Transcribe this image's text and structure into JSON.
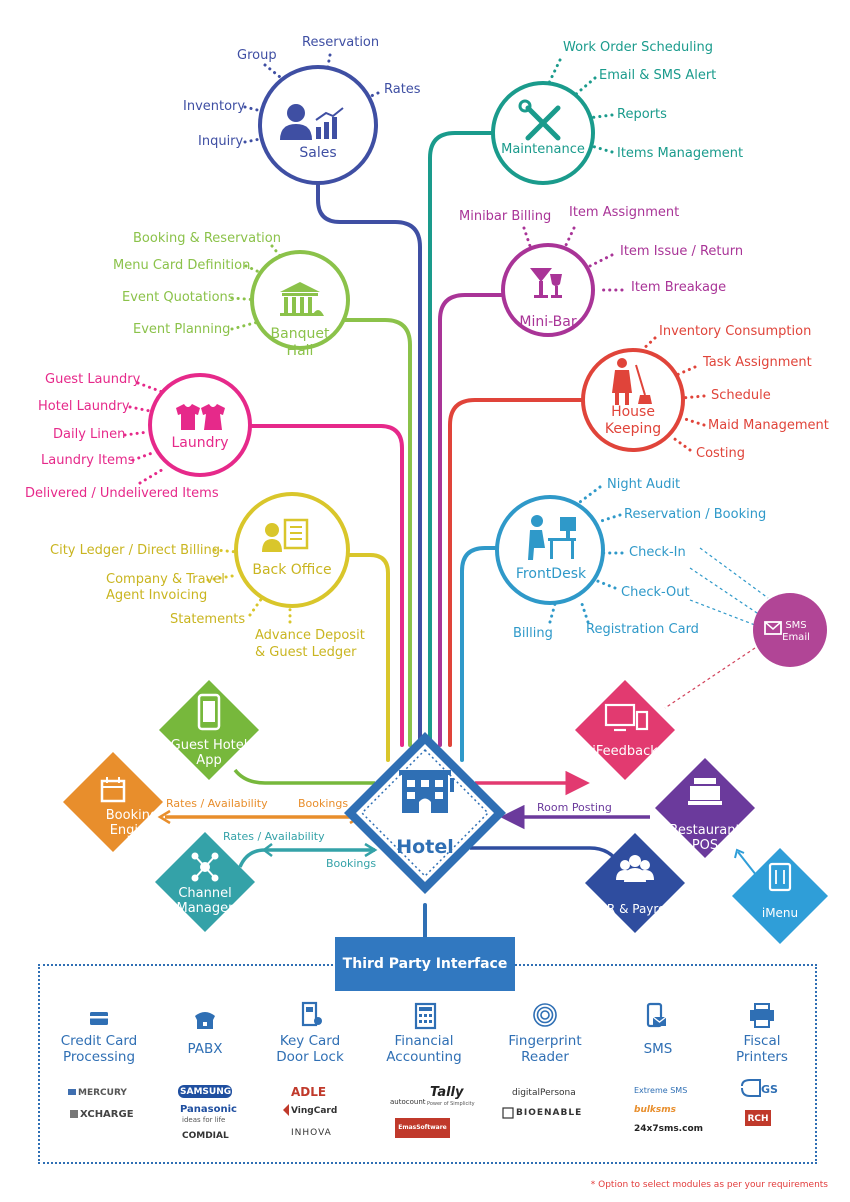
{
  "colors": {
    "sales": "#3f4fa3",
    "banquet": "#8bc24a",
    "laundry": "#e6298a",
    "backoffice": "#d9c62b",
    "maintenance": "#1a9b8c",
    "minibar": "#a93497",
    "housekeeping": "#e0443a",
    "frontdesk": "#2f99c9",
    "hotel": "#2f6fb4",
    "sms": "#b14596",
    "guestapp": "#77b83c",
    "booking": "#e88e2c",
    "channel": "#34a2a8",
    "ifeedback": "#e23a70",
    "pos": "#6b3a9c",
    "hr": "#2f4d9f",
    "imenu": "#2f9ed8",
    "tpi": "#2f6fb4"
  },
  "hotel": {
    "label": "Hotel"
  },
  "modules": {
    "sales": {
      "title": "Sales",
      "items": [
        "Group",
        "Reservation",
        "Rates",
        "Inventory",
        "Inquiry"
      ]
    },
    "banquet": {
      "title_1": "Banquet",
      "title_2": "Hall",
      "items": [
        "Booking & Reservation",
        "Menu Card Definition",
        "Event Quotations",
        "Event Planning"
      ]
    },
    "laundry": {
      "title": "Laundry",
      "items": [
        "Guest Laundry",
        "Hotel Laundry",
        "Daily Linen",
        "Laundry Items",
        "Delivered / Undelivered Items"
      ]
    },
    "backoffice": {
      "title": "Back Office",
      "items": [
        "City Ledger / Direct Billing",
        "Company & Travel",
        "Agent Invoicing",
        "Statements",
        "Advance Deposit",
        "& Guest Ledger"
      ]
    },
    "maintenance": {
      "title": "Maintenance",
      "items": [
        "Work Order Scheduling",
        "Email & SMS Alert",
        "Reports",
        "Items Management"
      ]
    },
    "minibar": {
      "title": "Mini-Bar",
      "items": [
        "Minibar Billing",
        "Item Assignment",
        "Item Issue / Return",
        "Item Breakage"
      ]
    },
    "housekeeping": {
      "title_1": "House",
      "title_2": "Keeping",
      "items": [
        "Inventory Consumption",
        "Task Assignment",
        "Schedule",
        "Maid Management",
        "Costing"
      ]
    },
    "frontdesk": {
      "title": "FrontDesk",
      "items": [
        "Night Audit",
        "Reservation / Booking",
        "Check-In",
        "Check-Out",
        "Billing",
        "Registration Card"
      ]
    }
  },
  "sms": {
    "line1": "SMS",
    "line2": "Email"
  },
  "diamonds": {
    "guestapp": {
      "line1": "Guest Hotel",
      "line2": "App"
    },
    "booking": {
      "line1": "Booking",
      "line2": "Engine"
    },
    "channel": {
      "line1": "Channel",
      "line2": "Manager"
    },
    "ifeedback": {
      "line1": "iFeedback"
    },
    "pos": {
      "line1": "Restaurant",
      "line2": "POS"
    },
    "hr": {
      "line1": "HR & Payroll"
    },
    "imenu": {
      "line1": "iMenu"
    }
  },
  "connectors": {
    "booking_rates": "Rates / Availability",
    "booking_bookings": "Bookings",
    "channel_rates": "Rates / Availability",
    "channel_bookings": "Bookings",
    "room_posting": "Room Posting"
  },
  "third_party": {
    "header": "Third Party Interface",
    "items": [
      {
        "l1": "Credit Card",
        "l2": "Processing",
        "icon": "credit-card-icon",
        "logos": [
          "MERCURY",
          "XCHARGE"
        ]
      },
      {
        "l1": "PABX",
        "l2": "",
        "icon": "telephone-icon",
        "logos": [
          "SAMSUNG",
          "Panasonic",
          "ideas for life",
          "COMDIAL"
        ]
      },
      {
        "l1": "Key Card",
        "l2": "Door Lock",
        "icon": "key-card-icon",
        "logos": [
          "ADLE",
          "VingCard",
          "INHOVA"
        ]
      },
      {
        "l1": "Financial",
        "l2": "Accounting",
        "icon": "calculator-icon",
        "logos": [
          "autocount",
          "Tally",
          "Power of Simplicity",
          "EmasSoftware"
        ]
      },
      {
        "l1": "Fingerprint",
        "l2": "Reader",
        "icon": "fingerprint-icon",
        "logos": [
          "digitalPersona",
          "BIOENABLE"
        ]
      },
      {
        "l1": "SMS",
        "l2": "",
        "icon": "sms-phone-icon",
        "logos": [
          "Extreme SMS",
          "bulksms",
          "24x7sms.com"
        ]
      },
      {
        "l1": "Fiscal",
        "l2": "Printers",
        "icon": "printer-icon",
        "logos": [
          "GS",
          "RCH"
        ]
      }
    ]
  },
  "footnote": "* Option to select modules as per your requirements"
}
